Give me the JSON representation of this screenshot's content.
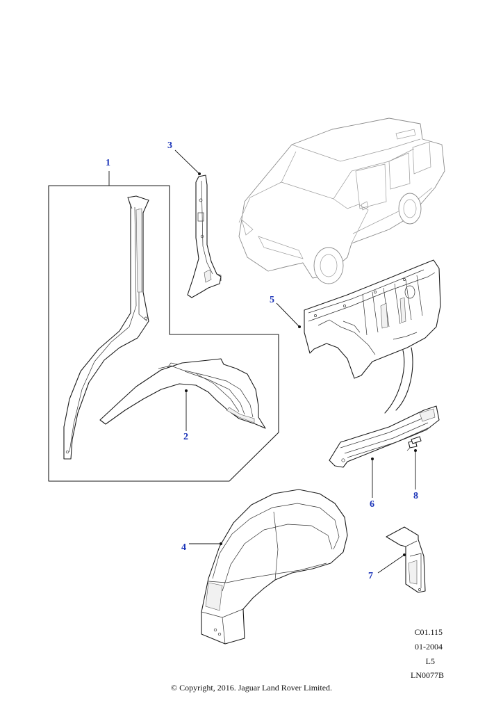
{
  "callouts": [
    "1",
    "2",
    "3",
    "4",
    "5",
    "6",
    "7",
    "8"
  ],
  "reference": {
    "code": "C01.115",
    "date": "01-2004",
    "level": "L5",
    "drawing": "LN0077B"
  },
  "copyright": "© Copyright, 2016. Jaguar Land Rover Limited.",
  "colors": {
    "callout": "#1a33b8",
    "line": "#1a1a1a",
    "vehicle": "#8a8a8a"
  },
  "icons": [
    "vehicle-illustration",
    "inner-wing-panel",
    "wheel-arch-liner",
    "a-pillar",
    "rear-wheel-arch",
    "floor-panel",
    "sill-reinforcement",
    "bracket",
    "bolt"
  ]
}
